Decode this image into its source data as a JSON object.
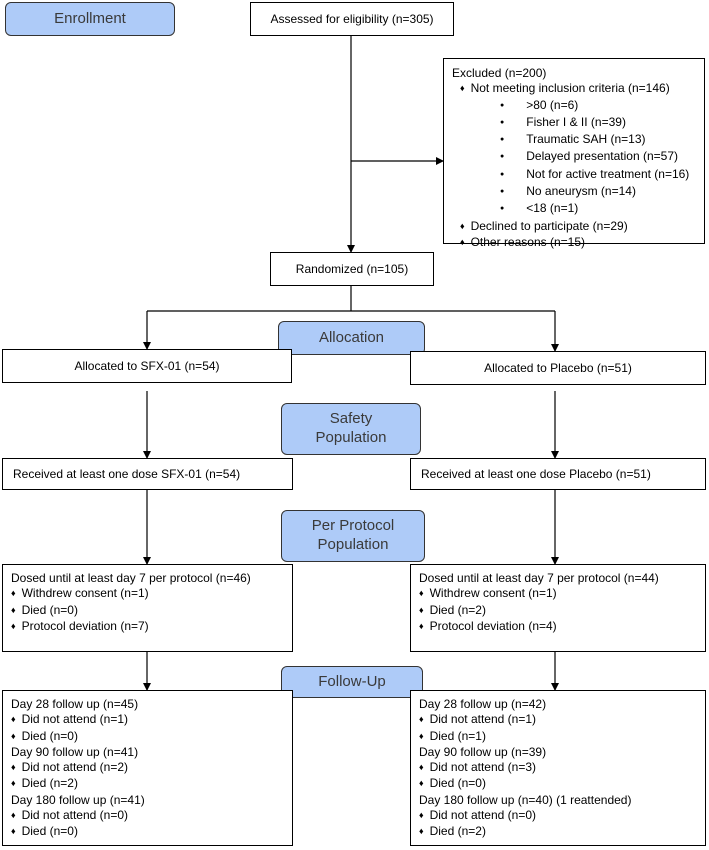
{
  "stages": {
    "enrollment": "Enrollment",
    "allocation": "Allocation",
    "safety": "Safety Population",
    "per_protocol": "Per Protocol Population",
    "follow_up": "Follow-Up"
  },
  "assessed": "Assessed for eligibility (n=305)",
  "excluded": {
    "title": "Excluded (n=200)",
    "not_meeting": "Not meeting inclusion criteria (n=146)",
    "criteria": [
      ">80 (n=6)",
      "Fisher I & II (n=39)",
      "Traumatic SAH (n=13)",
      "Delayed presentation (n=57)",
      "Not for active treatment (n=16)",
      "No aneurysm (n=14)",
      "<18 (n=1)"
    ],
    "declined": "Declined to participate (n=29)",
    "other": "Other reasons (n=15)"
  },
  "randomized": "Randomized (n=105)",
  "left": {
    "allocated": "Allocated to SFX-01 (n=54)",
    "safety": "Received at least one dose SFX-01 (n=54)",
    "per_protocol": {
      "title": "Dosed until at least day 7 per protocol (n=46)",
      "items": [
        "Withdrew consent (n=1)",
        "Died (n=0)",
        "Protocol deviation (n=7)"
      ]
    },
    "follow_up": {
      "day28": "Day 28 follow up (n=45)",
      "day28_items": [
        "Did not attend (n=1)",
        "Died (n=0)"
      ],
      "day90": "Day 90 follow up (n=41)",
      "day90_items": [
        "Did not attend (n=2)",
        "Died (n=2)"
      ],
      "day180": "Day 180 follow up (n=41)",
      "day180_items": [
        "Did not attend (n=0)",
        "Died (n=0)"
      ]
    }
  },
  "right": {
    "allocated": "Allocated to Placebo (n=51)",
    "safety": "Received at least one dose Placebo (n=51)",
    "per_protocol": {
      "title": "Dosed until at least day 7 per protocol (n=44)",
      "items": [
        "Withdrew consent (n=1)",
        "Died (n=2)",
        "Protocol deviation (n=4)"
      ]
    },
    "follow_up": {
      "day28": "Day 28 follow up (n=42)",
      "day28_items": [
        "Did not attend (n=1)",
        "Died (n=1)"
      ],
      "day90": "Day 90 follow up (n=39)",
      "day90_items": [
        "Did not attend (n=3)",
        "Died (n=0)"
      ],
      "day180": "Day 180 follow up (n=40) (1 reattended)",
      "day180_items": [
        "Did not attend (n=0)",
        "Died (n=2)"
      ]
    }
  },
  "colors": {
    "stage_fill": "#aecbf8",
    "line": "#000000"
  }
}
